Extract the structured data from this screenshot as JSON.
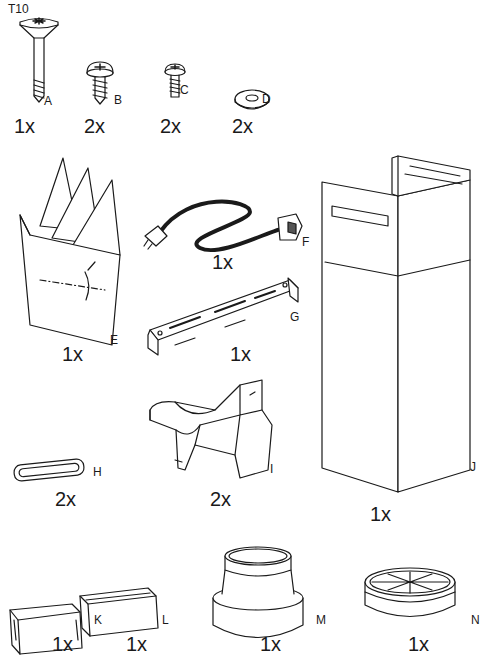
{
  "diagram": {
    "labels": [
      "T10",
      "A",
      "1x",
      "B",
      "2x",
      "C",
      "2x",
      "D",
      "2x",
      "F",
      "1x",
      "E",
      "1x",
      "G",
      "1x",
      "H",
      "2x",
      "I",
      "2x",
      "J",
      "1x",
      "K",
      "1x",
      "L",
      "1x",
      "M",
      "1x",
      "N",
      "1x"
    ]
  }
}
